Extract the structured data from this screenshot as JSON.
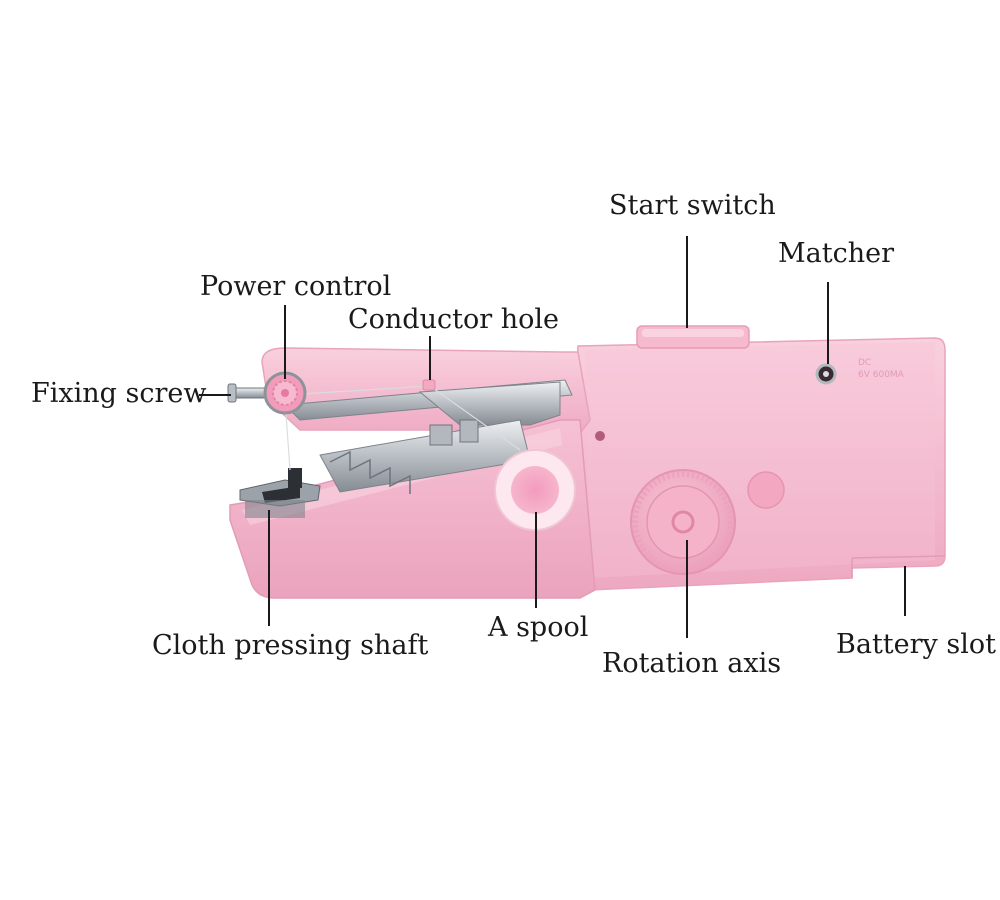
{
  "labels": {
    "start_switch": "Start switch",
    "matcher": "Matcher",
    "power_control": "Power control",
    "conductor_hole": "Conductor hole",
    "fixing_screw": "Fixing screw",
    "cloth_pressing_shaft": "Cloth pressing shaft",
    "a_spool": "A spool",
    "rotation_axis": "Rotation axis",
    "battery_slot": "Battery slot"
  },
  "device_markings": {
    "line1": "DC",
    "line2": "6V 600MA"
  },
  "colors": {
    "body": "#f4b7cd",
    "body_light": "#f8cddb",
    "body_shadow": "#e39bb6",
    "pink_accent": "#f29bbb",
    "metal": "#c9cdd2",
    "metal_dark": "#8d9399",
    "text": "#1a1a1a"
  }
}
